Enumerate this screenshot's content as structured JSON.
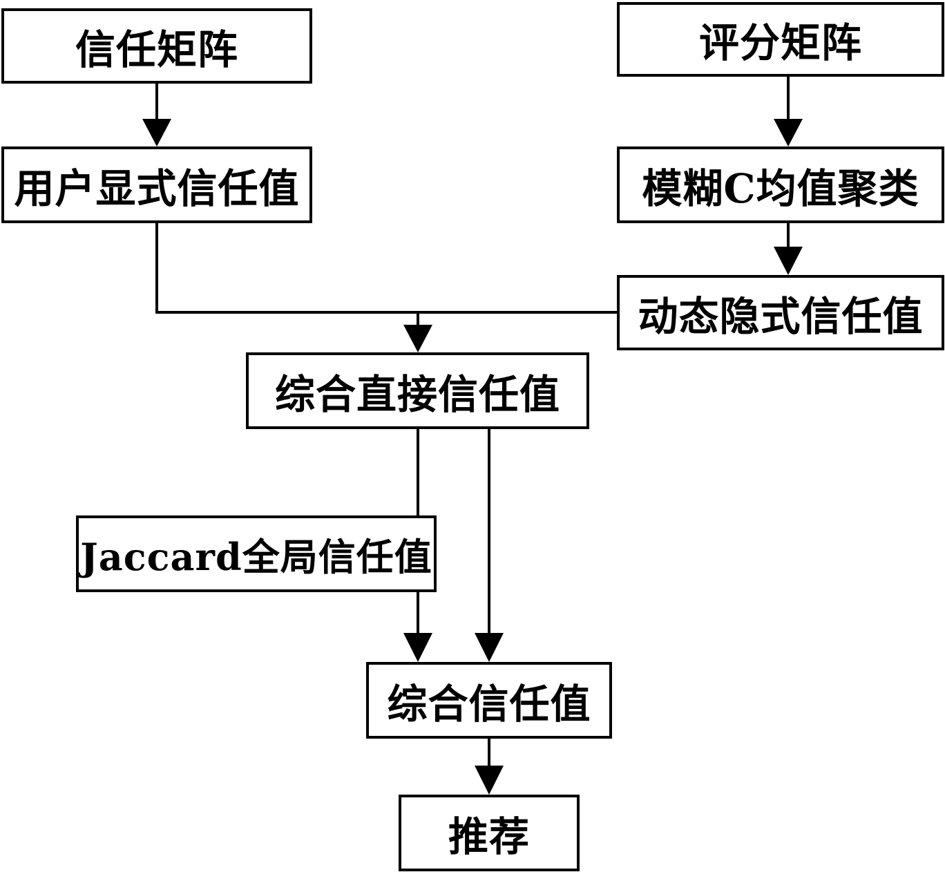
{
  "diagram": {
    "type": "flowchart",
    "nodes": [
      {
        "id": "trust-matrix",
        "label": "信任矩阵"
      },
      {
        "id": "user-explicit",
        "label": "用户显式信任值"
      },
      {
        "id": "rating-matrix",
        "label": "评分矩阵"
      },
      {
        "id": "fcm",
        "label": "模糊C均值聚类"
      },
      {
        "id": "dynamic-implicit",
        "label": "动态隐式信任值"
      },
      {
        "id": "direct-trust",
        "label": "综合直接信任值"
      },
      {
        "id": "jaccard",
        "label": "Jaccard全局信任值"
      },
      {
        "id": "combined",
        "label": "综合信任值"
      },
      {
        "id": "recommend",
        "label": "推荐"
      }
    ],
    "edges": [
      {
        "from": "trust-matrix",
        "to": "user-explicit"
      },
      {
        "from": "rating-matrix",
        "to": "fcm"
      },
      {
        "from": "fcm",
        "to": "dynamic-implicit"
      },
      {
        "from": "user-explicit",
        "to": "direct-trust"
      },
      {
        "from": "dynamic-implicit",
        "to": "direct-trust"
      },
      {
        "from": "direct-trust",
        "to": "jaccard"
      },
      {
        "from": "jaccard",
        "to": "combined"
      },
      {
        "from": "direct-trust",
        "to": "combined"
      },
      {
        "from": "combined",
        "to": "recommend"
      }
    ]
  }
}
